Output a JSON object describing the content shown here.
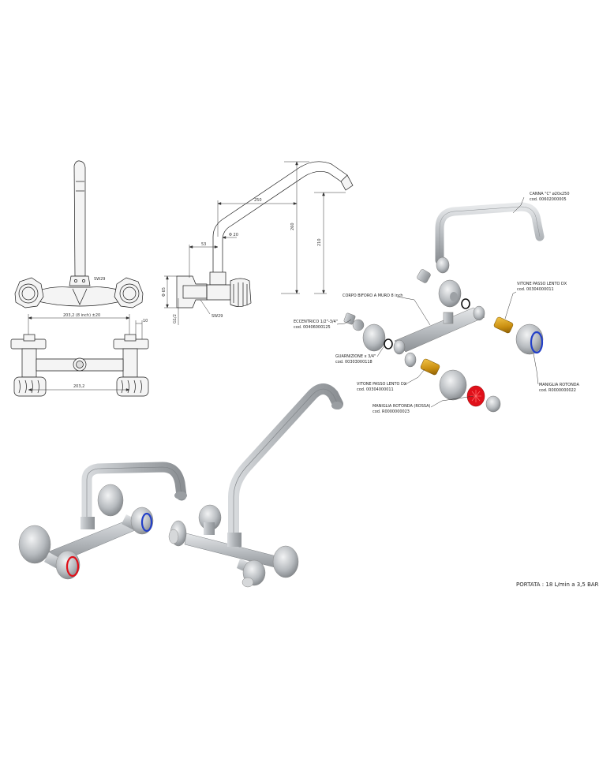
{
  "dimensions": {
    "sw29_front": "SW29",
    "width_top": "203,2  (8 inch) ±20",
    "ten": "10",
    "width_bottom": "203,2",
    "d250": "250",
    "d260": "260",
    "d210": "210",
    "phi20": "Φ 20",
    "d53": "53",
    "phi65": "Φ 65",
    "g12": "G1/2",
    "sw29_side": "SW29"
  },
  "parts": {
    "canna": {
      "name": "CANNA \"C\" ø20x250",
      "code": "cod. 00602000005"
    },
    "corpo": {
      "name": "CORPO BIFORO A MURO 8 inch"
    },
    "vitone_dx": {
      "name": "VITONE PASSO LENTO DX",
      "code": "cod. 00304000011"
    },
    "eccentrico": {
      "name": "ECCENTRICO 1/2\"-3/4\"",
      "code": "cod. 00406000125"
    },
    "guarnizione": {
      "name": "GUARNIZIONE x 3/4\"",
      "code": "cod. 00303000118"
    },
    "maniglia_blu": {
      "name": "MANIGLIA ROTONDA",
      "code": "cod. R0000000022"
    },
    "vitone_sx": {
      "name": "VITONE PASSO LENTO DX",
      "code": "cod. 00304000011"
    },
    "maniglia_rossa": {
      "name": "MANIGLIA ROTONDA (ROSSA)",
      "code": "cod. R0000000023"
    }
  },
  "flow_note": "PORTATA : 18 L/min a 3,5 BAR",
  "colors": {
    "metal": "#b8bcc0",
    "metal_dark": "#8a8e92",
    "brass": "#d9a21e",
    "red_handle": "#e0101a",
    "blue_ring": "#2340c8",
    "line": "#1a1a1a"
  }
}
